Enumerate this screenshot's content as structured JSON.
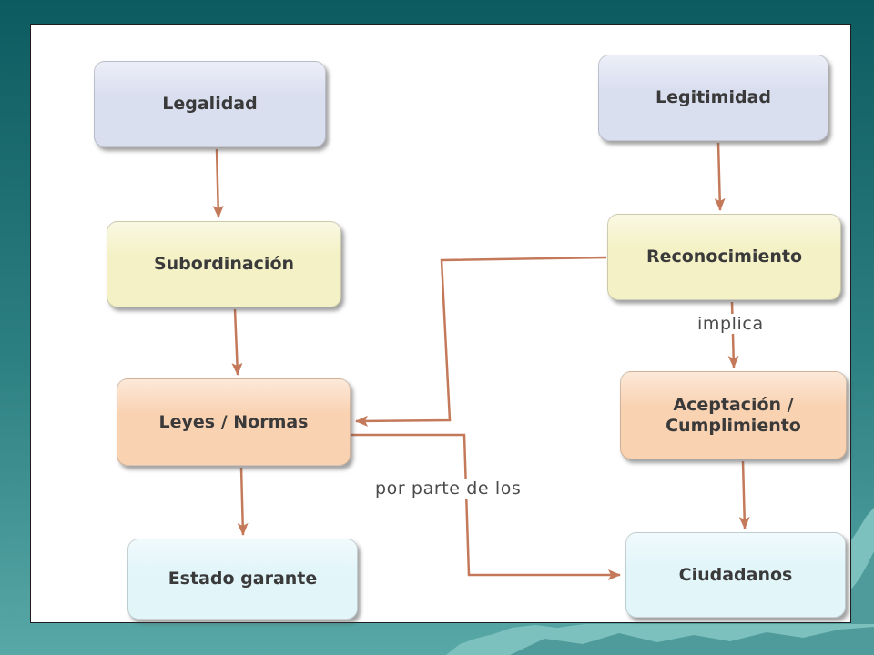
{
  "theme": {
    "background_top": "#0c5b60",
    "background_mid": "#2d8081",
    "background_bottom": "#58a8a7",
    "panel": "#ffffff",
    "arrow": "#c47a5a",
    "mountain_light": "#7cc1be",
    "mountain_dark": "#4f9b9b"
  },
  "diagram": {
    "nodes": [
      {
        "label": "Legalidad",
        "color": "#dadff0"
      },
      {
        "label": "Subordinación",
        "color": "#f4f1c6"
      },
      {
        "label": "Leyes / Normas",
        "color": "#f9d2b2"
      },
      {
        "label": "Estado garante",
        "color": "#e2f5f9"
      },
      {
        "label": "Legitimidad",
        "color": "#dadff0"
      },
      {
        "label": "Reconocimiento",
        "color": "#f4f1c6"
      },
      {
        "label_line1": "Aceptación /",
        "label_line2": "Cumplimiento",
        "color": "#f9d2b2"
      },
      {
        "label": "Ciudadanos",
        "color": "#e2f5f9"
      }
    ],
    "edge_labels": {
      "implica": "implica",
      "por_parte_de_los": "por parte de los"
    }
  }
}
